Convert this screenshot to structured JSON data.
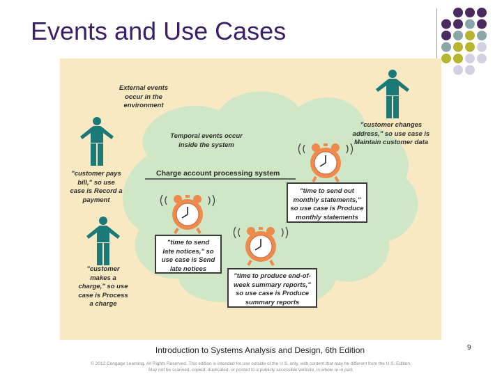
{
  "slide": {
    "title": "Events and Use Cases",
    "page_number": "9",
    "footer_title": "Introduction to Systems Analysis and Design, 6th Edition",
    "copyright_line1": "© 2012 Cengage Learning. All Rights Reserved. This edition is intended for use outside of the U.S. only, with content that may be different from the U.S. Edition.",
    "copyright_line2": "May not be scanned, copied, duplicated, or posted to a publicly accessible website, in whole or in part."
  },
  "colors": {
    "title": "#3b1f66",
    "dot_purple": "#4b2a60",
    "dot_teal": "#8aa6a8",
    "dot_olive": "#b7b52f",
    "dot_lavender": "#d3d0e3",
    "figure_bg": "#f9e9c2",
    "cloud": "#cfe7c6",
    "person": "#1b7a78",
    "clock": "#ee8a4b"
  },
  "figure": {
    "external_events": [
      "External events",
      "occur in the",
      "environment"
    ],
    "temporal_events": [
      "Temporal events occur",
      "inside the system"
    ],
    "system_label": "Charge account processing system",
    "customer_pays": [
      "\"customer pays",
      "bill,\" so use",
      "case is Record a",
      "payment"
    ],
    "customer_charge": [
      "\"customer",
      "makes a",
      "charge,\" so use",
      "case is Process",
      "a charge"
    ],
    "customer_address": [
      "\"customer changes",
      "address,\" so use case is",
      "Maintain customer data"
    ],
    "monthly_statements": [
      "\"time to send out",
      "monthly statements,\"",
      "so use case is Produce",
      "monthly statements"
    ],
    "late_notices": [
      "\"time to send",
      "late notices,\" so",
      "use case is Send",
      "late notices"
    ],
    "summary_reports": [
      "\"time to produce end-of-",
      "week summary reports,\"",
      "so use case is Produce",
      "summary reports"
    ]
  }
}
